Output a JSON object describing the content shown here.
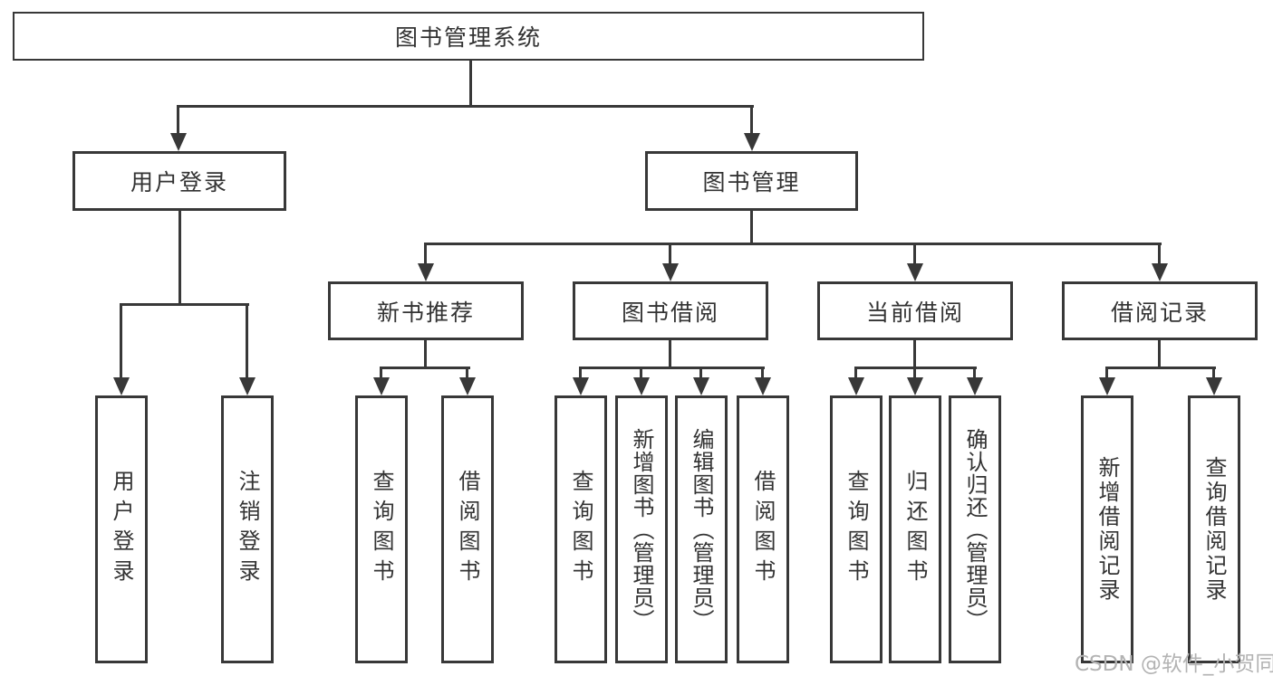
{
  "diagram": {
    "root": {
      "label": "图书管理系统"
    },
    "level2": [
      {
        "label": "用户登录"
      },
      {
        "label": "图书管理"
      }
    ],
    "level3": [
      {
        "label": "新书推荐"
      },
      {
        "label": "图书借阅"
      },
      {
        "label": "当前借阅"
      },
      {
        "label": "借阅记录"
      }
    ],
    "leaves": {
      "user": [
        {
          "label": "用户登录"
        },
        {
          "label": "注销登录"
        }
      ],
      "recommend": [
        {
          "label": "查询图书"
        },
        {
          "label": "借阅图书"
        }
      ],
      "borrow": [
        {
          "label": "查询图书"
        },
        {
          "label": "新增图书（管理员）"
        },
        {
          "label": "编辑图书（管理员）"
        },
        {
          "label": "借阅图书"
        }
      ],
      "current": [
        {
          "label": "查询图书"
        },
        {
          "label": "归还图书"
        },
        {
          "label": "确认归还（管理员）"
        }
      ],
      "record": [
        {
          "label": "新增借阅记录"
        },
        {
          "label": "查询借阅记录"
        }
      ]
    }
  },
  "watermark": {
    "text": "CSDN @软件_小贺同学",
    "color": "#b3b3b3"
  },
  "colors": {
    "line": "#383838",
    "text": "#333333",
    "background": "#ffffff"
  }
}
